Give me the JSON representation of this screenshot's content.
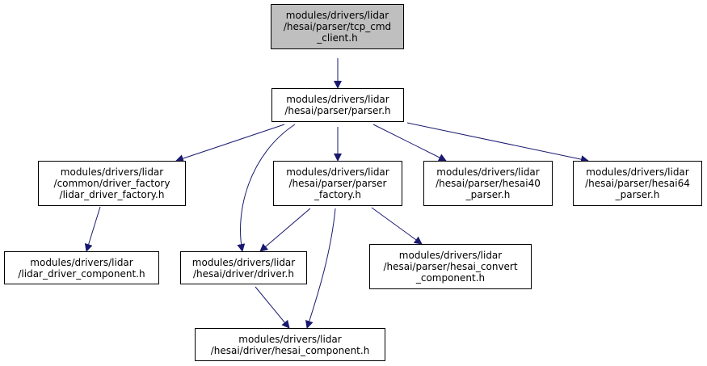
{
  "colors": {
    "edge": "#191970",
    "node_border": "#000000",
    "root_fill": "#bfbfbf",
    "node_fill": "#ffffff"
  },
  "nodes": {
    "tcp_cmd_client": {
      "lines": [
        "modules/drivers/lidar",
        "/hesai/parser/tcp_cmd",
        "_client.h"
      ]
    },
    "parser": {
      "lines": [
        "modules/drivers/lidar",
        "/hesai/parser/parser.h"
      ]
    },
    "lidar_driver_factory": {
      "lines": [
        "modules/drivers/lidar",
        "/common/driver_factory",
        "/lidar_driver_factory.h"
      ]
    },
    "parser_factory": {
      "lines": [
        "modules/drivers/lidar",
        "/hesai/parser/parser",
        "_factory.h"
      ]
    },
    "hesai40_parser": {
      "lines": [
        "modules/drivers/lidar",
        "/hesai/parser/hesai40",
        "_parser.h"
      ]
    },
    "hesai64_parser": {
      "lines": [
        "modules/drivers/lidar",
        "/hesai/parser/hesai64",
        "_parser.h"
      ]
    },
    "lidar_driver_component": {
      "lines": [
        "modules/drivers/lidar",
        "/lidar_driver_component.h"
      ]
    },
    "driver": {
      "lines": [
        "modules/drivers/lidar",
        "/hesai/driver/driver.h"
      ]
    },
    "hesai_convert_component": {
      "lines": [
        "modules/drivers/lidar",
        "/hesai/parser/hesai_convert",
        "_component.h"
      ]
    },
    "hesai_component": {
      "lines": [
        "modules/drivers/lidar",
        "/hesai/driver/hesai_component.h"
      ]
    }
  }
}
